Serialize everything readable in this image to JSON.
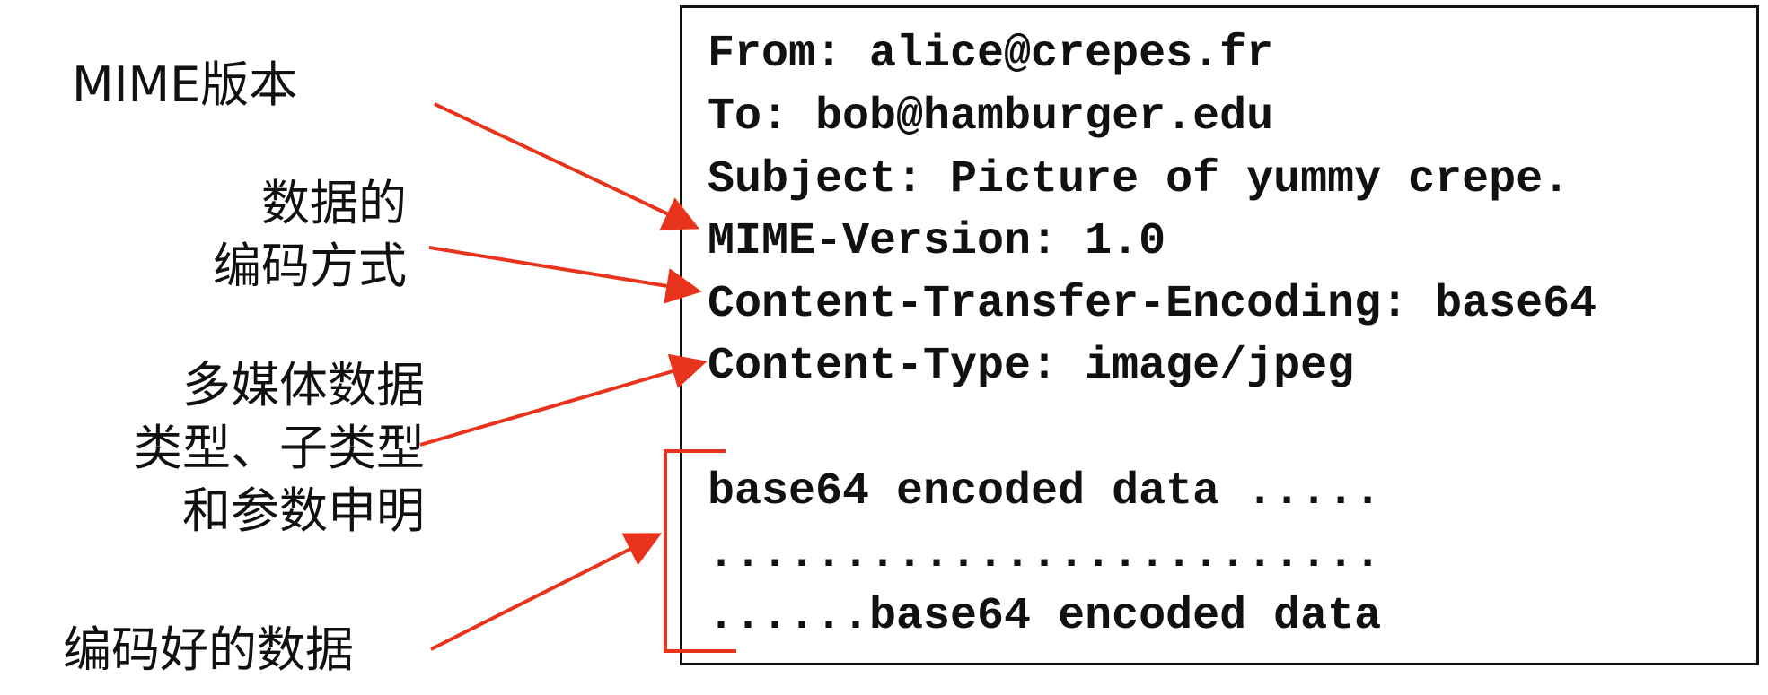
{
  "labels": {
    "mime_version": "MIME版本",
    "encoding_line1": "数据的",
    "encoding_line2": "编码方式",
    "content_type_line1": "多媒体数据",
    "content_type_line2": "类型、子类型",
    "content_type_line3": "和参数申明",
    "encoded_data": "编码好的数据"
  },
  "message": {
    "header_lines": [
      "From: alice@crepes.fr",
      "To: bob@hamburger.edu",
      "Subject: Picture of yummy crepe.",
      "MIME-Version: 1.0",
      "Content-Transfer-Encoding: base64",
      "Content-Type: image/jpeg"
    ],
    "body_lines": [
      "base64 encoded data .....",
      ".........................",
      "......base64 encoded data"
    ]
  },
  "colors": {
    "arrow": "#e8341c",
    "text": "#111111",
    "border": "#111111"
  }
}
